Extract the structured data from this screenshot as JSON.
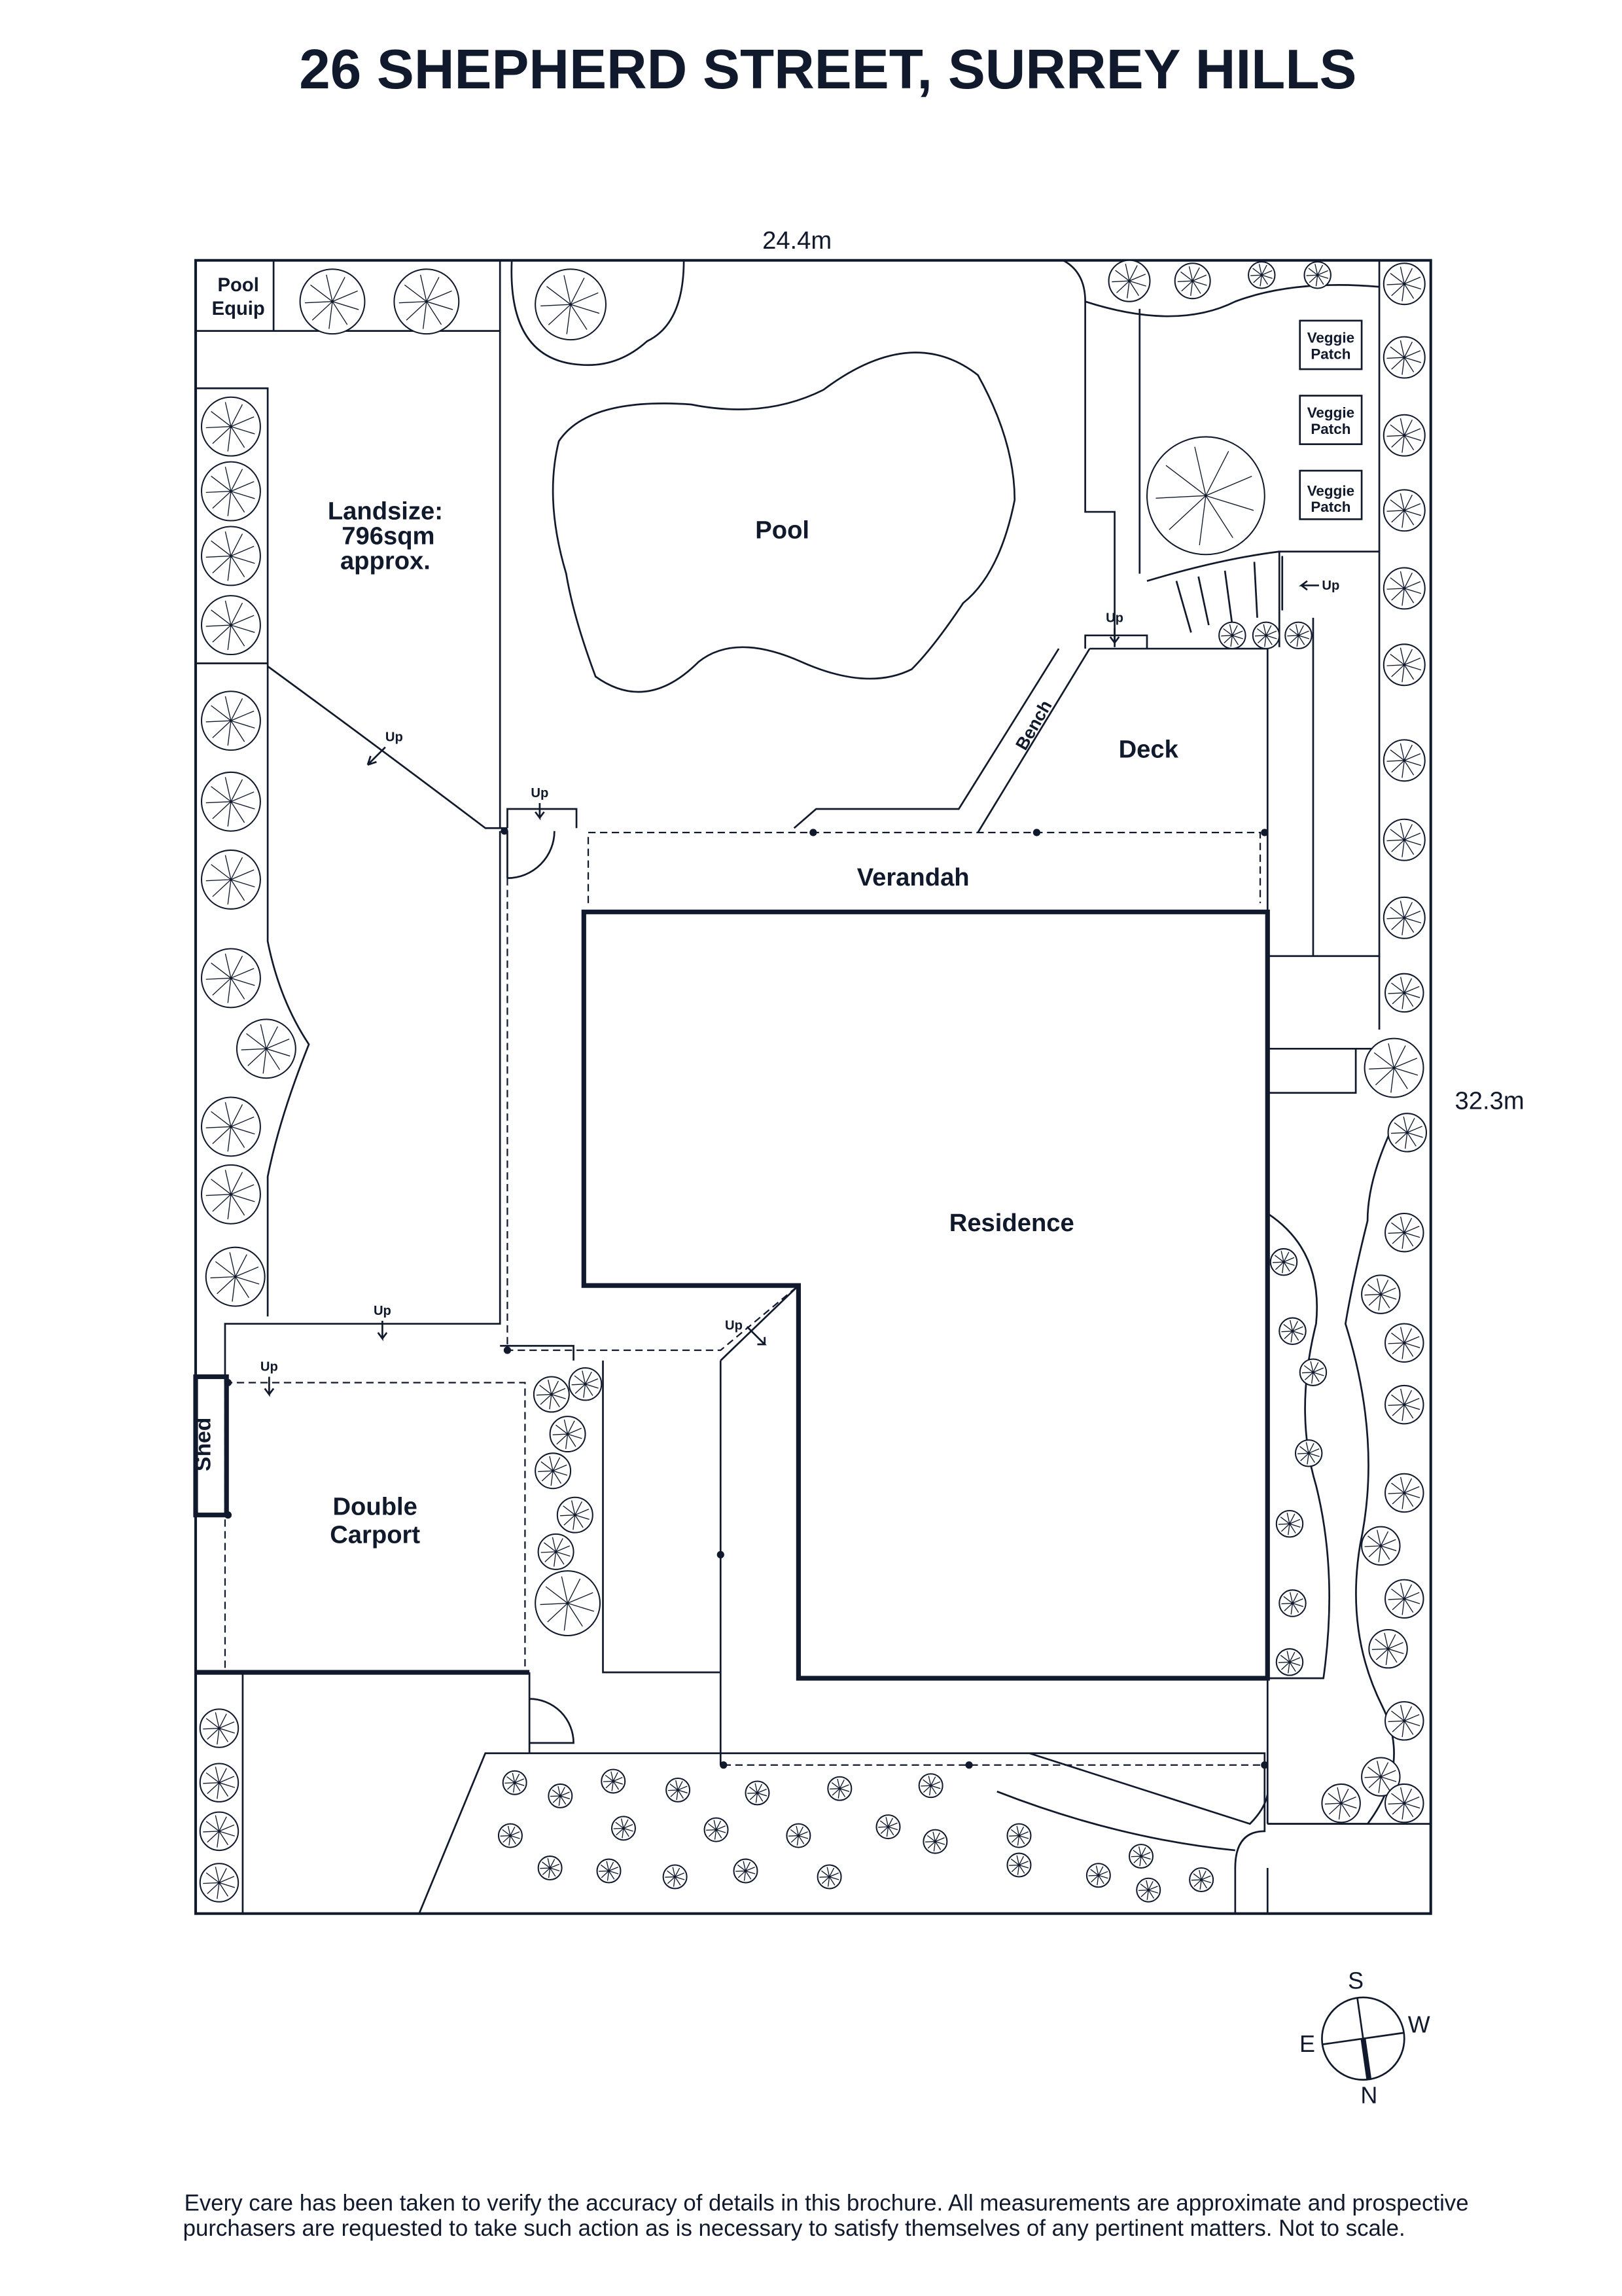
{
  "title": "26 SHEPHERD STREET, SURREY HILLS",
  "dimensions": {
    "width": "24.4m",
    "depth": "32.3m"
  },
  "areas": {
    "pool_equip": [
      "Pool",
      "Equip"
    ],
    "landsize": [
      "Landsize:",
      "796sqm",
      "approx."
    ],
    "pool": "Pool",
    "veggie_patch": [
      "Veggie",
      "Patch"
    ],
    "bench": "Bench",
    "deck": "Deck",
    "verandah": "Verandah",
    "residence": "Residence",
    "shed": "Shed",
    "carport": [
      "Double",
      "Carport"
    ]
  },
  "step_label": "Up",
  "compass": {
    "n": "N",
    "s": "S",
    "e": "E",
    "w": "W"
  },
  "disclaimer": [
    "Every care has been taken to verify the accuracy of details in this brochure. All measurements are approximate and prospective",
    "purchasers are requested to take such action as is necessary to satisfy themselves of any pertinent matters. Not to scale."
  ],
  "colors": {
    "ink": "#111a2c",
    "background": "#ffffff"
  }
}
